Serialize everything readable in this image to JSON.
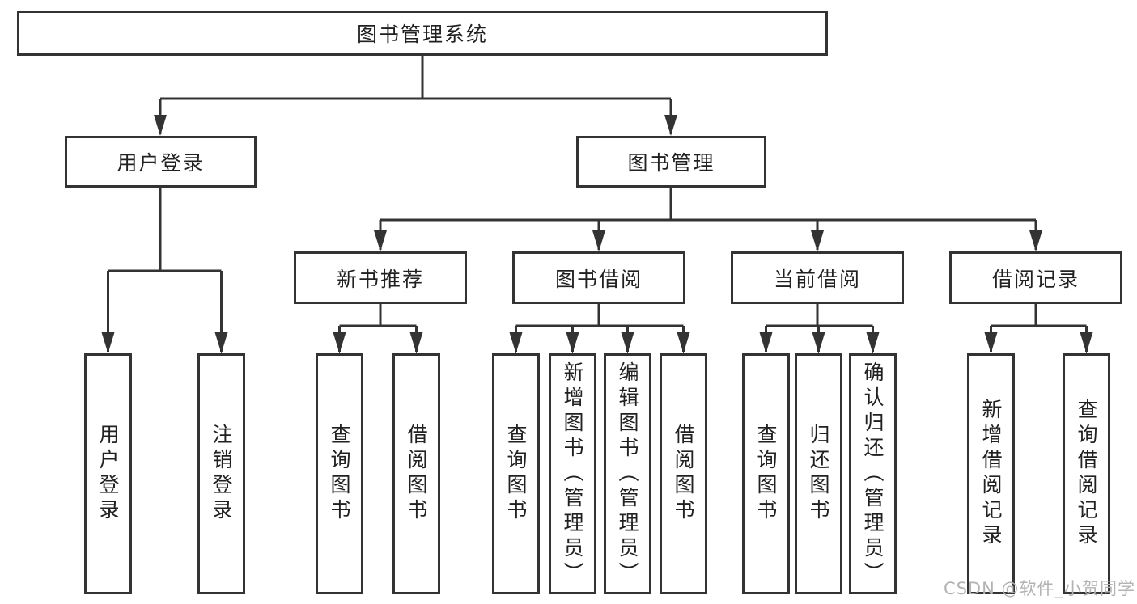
{
  "colors": {
    "line": "#333333",
    "box_border": "#333333",
    "text": "#212121",
    "watermark": "#b3b3b3",
    "background": "#ffffff"
  },
  "watermark": {
    "text": "CSDN @软件_小贺同学"
  },
  "tree": {
    "root": {
      "label": "图书管理系统"
    },
    "children": [
      {
        "label": "用户登录",
        "children": [
          {
            "label": "用户登录"
          },
          {
            "label": "注销登录"
          }
        ]
      },
      {
        "label": "图书管理",
        "children": [
          {
            "label": "新书推荐",
            "children": [
              {
                "label": "查询图书"
              },
              {
                "label": "借阅图书"
              }
            ]
          },
          {
            "label": "图书借阅",
            "children": [
              {
                "label": "查询图书"
              },
              {
                "label": "新增图书（管理员）"
              },
              {
                "label": "编辑图书（管理员）"
              },
              {
                "label": "借阅图书"
              }
            ]
          },
          {
            "label": "当前借阅",
            "children": [
              {
                "label": "查询图书"
              },
              {
                "label": "归还图书"
              },
              {
                "label": "确认归还（管理员）"
              }
            ]
          },
          {
            "label": "借阅记录",
            "children": [
              {
                "label": "新增借阅记录"
              },
              {
                "label": "查询借阅记录"
              }
            ]
          }
        ]
      }
    ]
  }
}
